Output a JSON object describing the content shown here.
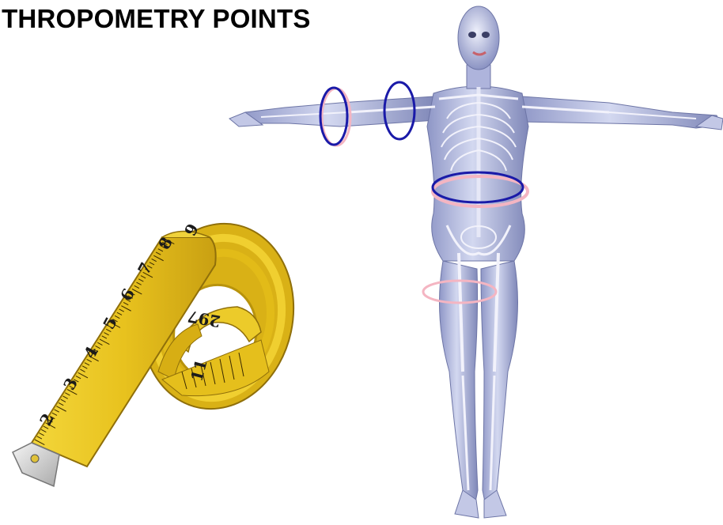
{
  "title": "ANTHROPOMETRY POINTS",
  "colors": {
    "tape_yellow": "#e8c21e",
    "tape_edge": "#b8930c",
    "tape_shadow": "#8f6f0a",
    "metal_tip": "#d6d6d6",
    "figure_body": "#b7bfe0",
    "figure_bone": "#f2f2fb",
    "marker_blue": "#1a1aa8",
    "marker_pink": "#f4b5c2"
  },
  "tape": {
    "numbers": [
      "2",
      "3",
      "4",
      "5",
      "6",
      "7",
      "8",
      "9"
    ],
    "inner_numbers": [
      "297",
      "11"
    ]
  },
  "markers": [
    {
      "name": "upper-arm-blue-marker",
      "color": "marker_blue"
    },
    {
      "name": "upper-arm-pink-marker",
      "color": "marker_pink"
    },
    {
      "name": "mid-arm-blue-marker",
      "color": "marker_blue"
    },
    {
      "name": "waist-pink-marker",
      "color": "marker_pink"
    },
    {
      "name": "waist-blue-marker",
      "color": "marker_blue"
    },
    {
      "name": "thigh-pink-marker",
      "color": "marker_pink"
    }
  ]
}
